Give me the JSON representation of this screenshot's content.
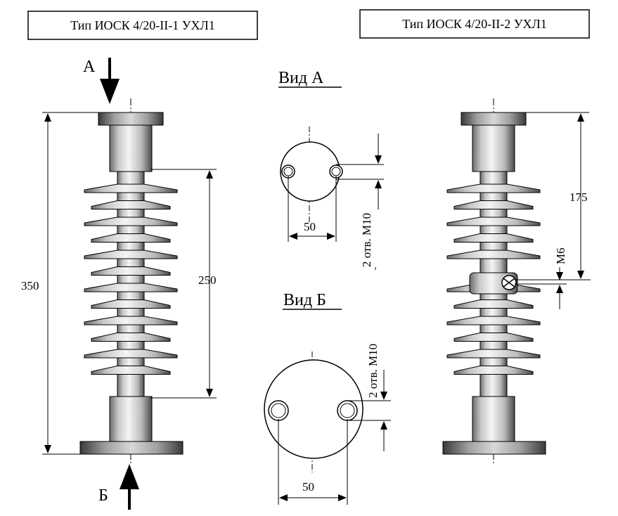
{
  "labels": {
    "type_left": "Тип ИОСК 4/20-II-1 УХЛ1",
    "type_right": "Тип ИОСК 4/20-II-2 УХЛ1",
    "arrow_a": "А",
    "arrow_b": "Б",
    "view_a": "Вид А",
    "view_b": "Вид Б"
  },
  "dimensions": {
    "total_height": "350",
    "shed_height": "250",
    "right_height": "175",
    "view_a_spacing": "50",
    "view_b_spacing": "50",
    "view_a_holes": "2 отв. М10",
    "view_b_holes": "2 отв. М10",
    "side_thread": "М6"
  },
  "colors": {
    "ink": "#000000",
    "body_light": "#ececec",
    "body_mid": "#bdbdbd",
    "body_dark": "#5a5a5a"
  }
}
